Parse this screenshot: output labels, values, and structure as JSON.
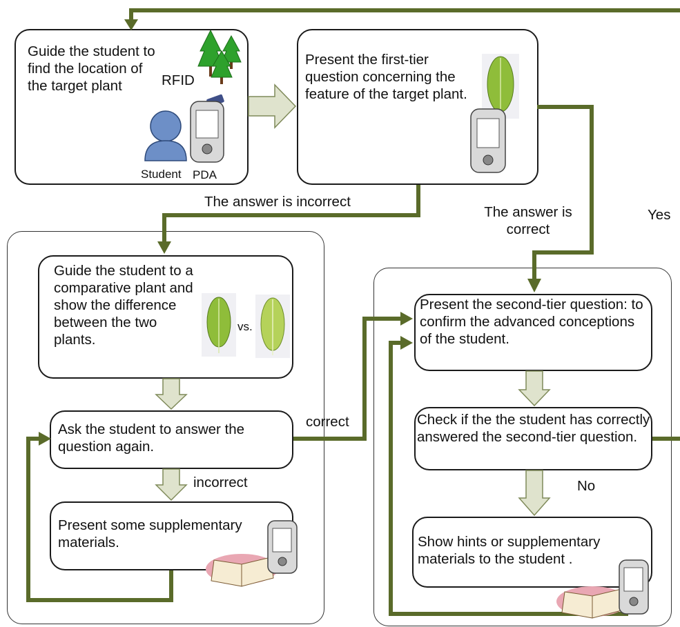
{
  "colors": {
    "connector": "#5a6b2a",
    "block_arrow_fill": "#dfe3cd",
    "block_arrow_stroke": "#7f8a5a",
    "box_border": "#1a1a1a"
  },
  "step1": {
    "text": "Guide the student to find the location of the target plant",
    "rfid_label": "RFID",
    "student_label": "Student",
    "pda_label": "PDA"
  },
  "step2": {
    "text": "Present the first-tier question concerning the feature of the target plant."
  },
  "remedial": {
    "guide_text": "Guide the student to a comparative plant and show the difference between the two plants.",
    "vs_label": "vs.",
    "ask_text": "Ask the student to answer the question again.",
    "supplementary_text": "Present some supplementary materials."
  },
  "advanced": {
    "second_tier_text": "Present the second-tier question: to confirm the advanced conceptions of the student.",
    "check_text": "Check if the the student has correctly answered the second-tier question.",
    "hints_text": "Show hints or supplementary materials to the student ."
  },
  "labels": {
    "answer_incorrect": "The answer is incorrect",
    "answer_correct": "The answer is correct",
    "yes": "Yes",
    "no": "No",
    "correct": "correct",
    "incorrect": "incorrect"
  }
}
